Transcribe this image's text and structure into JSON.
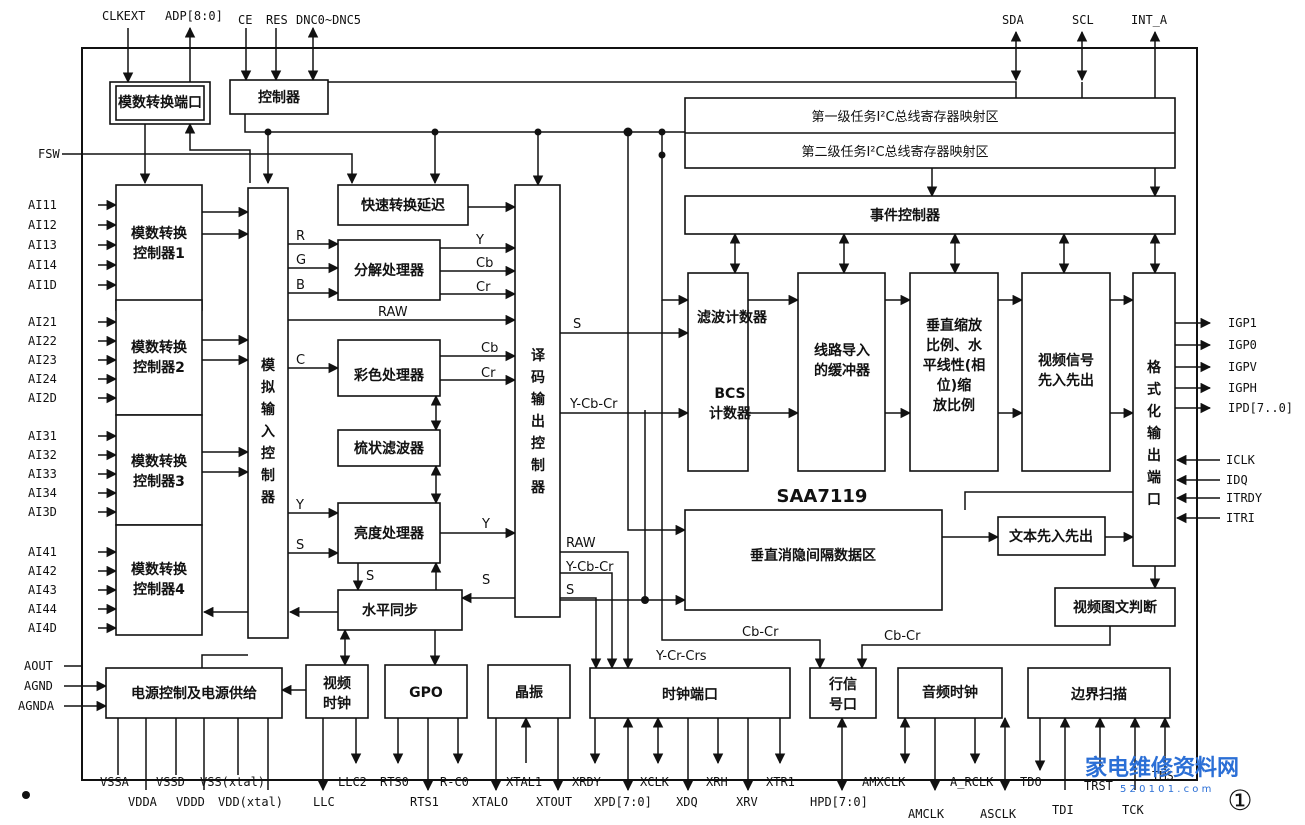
{
  "chip_name": "SAA7119",
  "figure_number": "①",
  "blocks": {
    "adc_port": "模数转换端口",
    "controller": "控制器",
    "fast_switch_delay": "快速转换延迟",
    "i2c_map_1": "第一级任务I²C总线寄存器映射区",
    "i2c_map_2": "第二级任务I²C总线寄存器映射区",
    "event_controller": "事件控制器",
    "adc1": [
      "模数转换",
      "控制器1"
    ],
    "adc2": [
      "模数转换",
      "控制器2"
    ],
    "adc3": [
      "模数转换",
      "控制器3"
    ],
    "adc4": [
      "模数转换",
      "控制器4"
    ],
    "analog_input_ctrl": [
      "模",
      "拟",
      "输",
      "入",
      "控",
      "制",
      "器"
    ],
    "component_proc": "分解处理器",
    "color_proc": "彩色处理器",
    "comb_filter": "梳状滤波器",
    "luma_proc": "亮度处理器",
    "hsync": "水平同步",
    "decoder_output": [
      "译",
      "码",
      "输",
      "出",
      "控",
      "制",
      "器"
    ],
    "filter_counter": "滤波计数器",
    "bcs_counter": [
      "BCS",
      "计数器"
    ],
    "line_buffer": [
      "线路导入",
      "的缓冲器"
    ],
    "vertical_scaler": [
      "垂直缩放",
      "比例、水",
      "平线性(相",
      "位)缩",
      "放比例"
    ],
    "video_fifo": [
      "视频信号",
      "先入先出"
    ],
    "format_output": [
      "格",
      "式",
      "化",
      "输",
      "出",
      "端",
      "口"
    ],
    "vbi_data": "垂直消隐间隔数据区",
    "text_fifo": "文本先入先出",
    "teletext_detect": "视频图文判断",
    "power_ctrl": "电源控制及电源供给",
    "video_clock": [
      "视频",
      "时钟"
    ],
    "gpo": "GPO",
    "crystal": "晶振",
    "clock_port": "时钟端口",
    "line_port": [
      "行信",
      "号口"
    ],
    "audio_clock": "音频时钟",
    "boundary_scan": "边界扫描"
  },
  "signals": {
    "R": "R",
    "G": "G",
    "B": "B",
    "C": "C",
    "Y": "Y",
    "S": "S",
    "Cb": "Cb",
    "Cr": "Cr",
    "RAW": "RAW",
    "Y_Cb_Cr": "Y-Cb-Cr",
    "Cb_Cr": "Cb-Cr",
    "Y_Cr_Crs": "Y-Cr-Crs"
  },
  "pins_top": {
    "clkext": "CLKEXT",
    "adp": "ADP[8:0]",
    "ce": "CE",
    "res": "RES",
    "dnc": "DNC0~DNC5",
    "sda": "SDA",
    "scl": "SCL",
    "int_a": "INT_A"
  },
  "pins_left": {
    "fsw": "FSW",
    "ai1": [
      "AI11",
      "AI12",
      "AI13",
      "AI14",
      "AI1D"
    ],
    "ai2": [
      "AI21",
      "AI22",
      "AI23",
      "AI24",
      "AI2D"
    ],
    "ai3": [
      "AI31",
      "AI32",
      "AI33",
      "AI34",
      "AI3D"
    ],
    "ai4": [
      "AI41",
      "AI42",
      "AI43",
      "AI44",
      "AI4D"
    ],
    "aout": "AOUT",
    "agnd": "AGND",
    "agnda": "AGNDA"
  },
  "pins_right": {
    "igp1": "IGP1",
    "igp0": "IGP0",
    "igpv": "IGPV",
    "igph": "IGPH",
    "ipd": "IPD[7..0]",
    "iclk": "ICLK",
    "idq": "IDQ",
    "itrdy": "ITRDY",
    "itri": "ITRI"
  },
  "pins_bottom": {
    "vssa": "VSSA",
    "vdda": "VDDA",
    "vssd": "VSSD",
    "vddd": "VDDD",
    "vss_xtal": "VSS(xtal)",
    "vdd_xtal": "VDD(xtal)",
    "llc": "LLC",
    "llc2": "LLC2",
    "rts0": "RTS0",
    "rts1": "RTS1",
    "rco": "R-C0",
    "xtal1": "XTAL1",
    "xtalo": "XTALO",
    "xtout": "XTOUT",
    "xrdy": "XRDY",
    "xpd": "XPD[7:0]",
    "xclk": "XCLK",
    "xdq": "XDQ",
    "xrh": "XRH",
    "xrv": "XRV",
    "xtri": "XTR1",
    "hpd": "HPD[7:0]",
    "amxclk": "AMXCLK",
    "amclk": "AMCLK",
    "a_rclk": "A_RCLK",
    "asclk": "ASCLK",
    "tdo": "TDO",
    "tdi": "TDI",
    "trst": "TRST",
    "tck": "TCK",
    "tms": "TMS"
  },
  "watermark": {
    "text": "家电维修资料网",
    "url": "5 2 0 1 0 1 . c o m"
  }
}
